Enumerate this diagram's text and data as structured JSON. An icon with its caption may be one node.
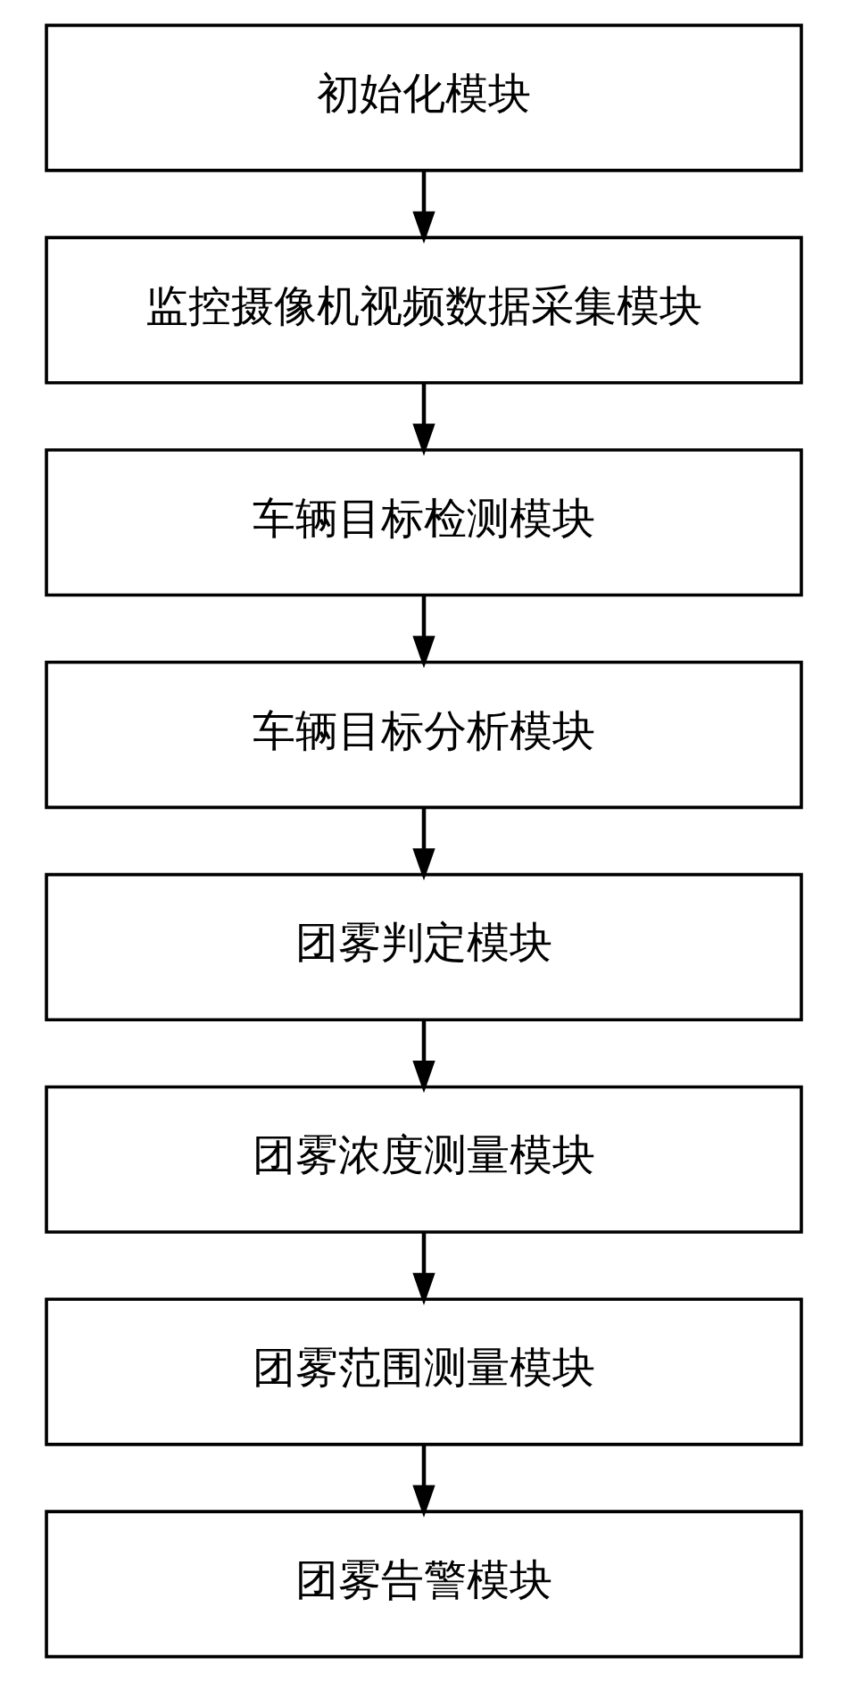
{
  "diagram": {
    "nodes": [
      {
        "text": [
          "初始化模块"
        ]
      },
      {
        "text": [
          "监控摄像机视频数据采集模块"
        ]
      },
      {
        "text": [
          "车辆目标检测模块"
        ]
      },
      {
        "text": [
          "车辆目标分析模块"
        ]
      },
      {
        "text": [
          "团雾判定模块"
        ]
      },
      {
        "text": [
          "团雾浓度测量模块"
        ]
      },
      {
        "text": [
          "团雾范围测量模块"
        ]
      },
      {
        "text": [
          "团雾告警模块"
        ]
      }
    ],
    "edges": [
      {
        "from": 0,
        "to": 1,
        "arrow": "to"
      },
      {
        "from": 1,
        "to": 2,
        "arrow": "to"
      },
      {
        "from": 2,
        "to": 3,
        "arrow": "to"
      },
      {
        "from": 3,
        "to": 4,
        "arrow": "to"
      },
      {
        "from": 4,
        "to": 5,
        "arrow": "to"
      },
      {
        "from": 5,
        "to": 6,
        "arrow": "to"
      },
      {
        "from": 6,
        "to": 7,
        "arrow": "to"
      }
    ]
  }
}
